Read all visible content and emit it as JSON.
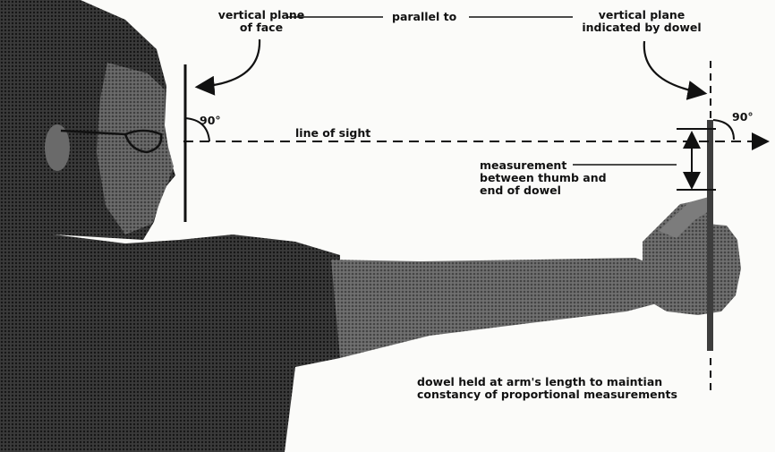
{
  "labels": {
    "face_plane_line1": "vertical plane",
    "face_plane_line2": "of face",
    "parallel": "parallel to",
    "dowel_plane_line1": "vertical plane",
    "dowel_plane_line2": "indicated by dowel",
    "angle_left": "90°",
    "angle_right": "90°",
    "line_of_sight": "line of sight",
    "measurement_line1": "measurement",
    "measurement_line2": "between thumb and",
    "measurement_line3": "end of dowel",
    "caption_line1": "dowel held at arm's length to maintian",
    "caption_line2": "constancy  of proportional measurements"
  },
  "colors": {
    "background": "#fbfbf9",
    "ink": "#111111",
    "figure_dark": "#2a2a2a",
    "skin_dark": "#5a5a5a"
  }
}
